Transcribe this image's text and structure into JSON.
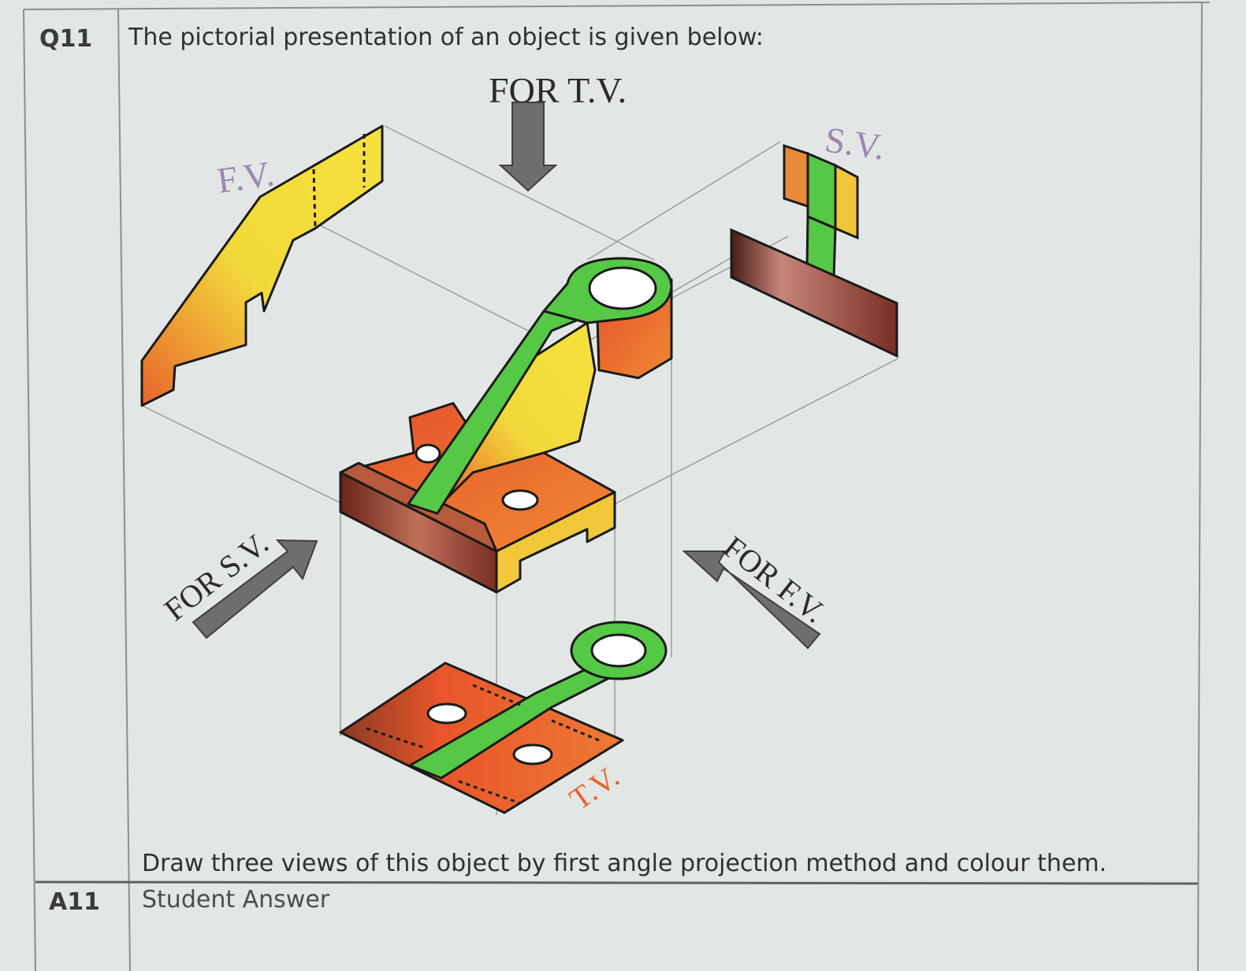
{
  "question": {
    "number": "Q11",
    "prompt": "The pictorial presentation of an object is given below:",
    "instruction": "Draw three views of this object by first angle projection method and colour them."
  },
  "answer": {
    "number": "A11",
    "placeholder": "Student Answer"
  },
  "figure": {
    "labels": {
      "for_tv": "FOR T.V.",
      "fv": "F.V.",
      "sv": "S.V.",
      "for_sv": "FOR S.V.",
      "for_fv": "FOR F.V.",
      "tv": "T.V."
    },
    "colors": {
      "yellow": "#f2d93a",
      "orange": "#e8642c",
      "green": "#55c845",
      "brown": "#8a3f30",
      "arrow": "#6e6e6e"
    }
  }
}
